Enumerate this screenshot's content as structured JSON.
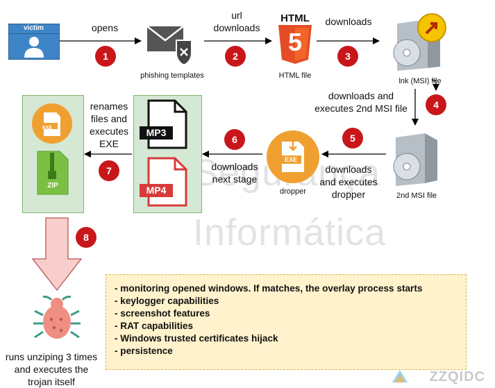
{
  "watermark": {
    "line1": "Segurança",
    "line2": "Informática"
  },
  "nodes": {
    "victim": "victim",
    "phishing": "phishing templates",
    "html_logo": "HTML",
    "html_badge": "5",
    "html_file": "HTML file",
    "lnk": "lnk (MSI) file",
    "msi2": "2nd MSI file",
    "dropper": "dropper",
    "exe": "EXE",
    "mp3": "MP3",
    "mp4": "MP4",
    "zip": "ZIP"
  },
  "edges": {
    "opens": "opens",
    "url_downloads_1": "url",
    "url_downloads_2": "downloads",
    "downloads": "downloads",
    "downloads_exec_1": "downloads and",
    "downloads_exec_2": "executes 2nd MSI file",
    "downloads_dropper_1": "downloads",
    "downloads_dropper_2": "and executes",
    "downloads_dropper_3": "dropper",
    "next_stage_1": "downloads",
    "next_stage_2": "next stage",
    "renames_1": "renames",
    "renames_2": "files and",
    "renames_3": "executes",
    "renames_4": "EXE",
    "trojan_1": "runs unziping 3 times",
    "trojan_2": "and executes the",
    "trojan_3": "trojan itself"
  },
  "steps": [
    "1",
    "2",
    "3",
    "4",
    "5",
    "6",
    "7",
    "8"
  ],
  "capabilities": [
    "- monitoring opened windows. If matches, the overlay process starts",
    "- keylogger capabilities",
    "- screenshot features",
    "- RAT capabilities",
    "- Windows trusted certificates hijack",
    "- persistence"
  ],
  "footer": "ZZQIDC",
  "colors": {
    "badge": "#c8171b",
    "victim": "#3d85c6",
    "html5": "#e44d26",
    "dropper": "#f0a030",
    "green_box": "#d5e8d4",
    "notes_bg": "#fff2cc",
    "big_arrow": "#f8cecc"
  }
}
